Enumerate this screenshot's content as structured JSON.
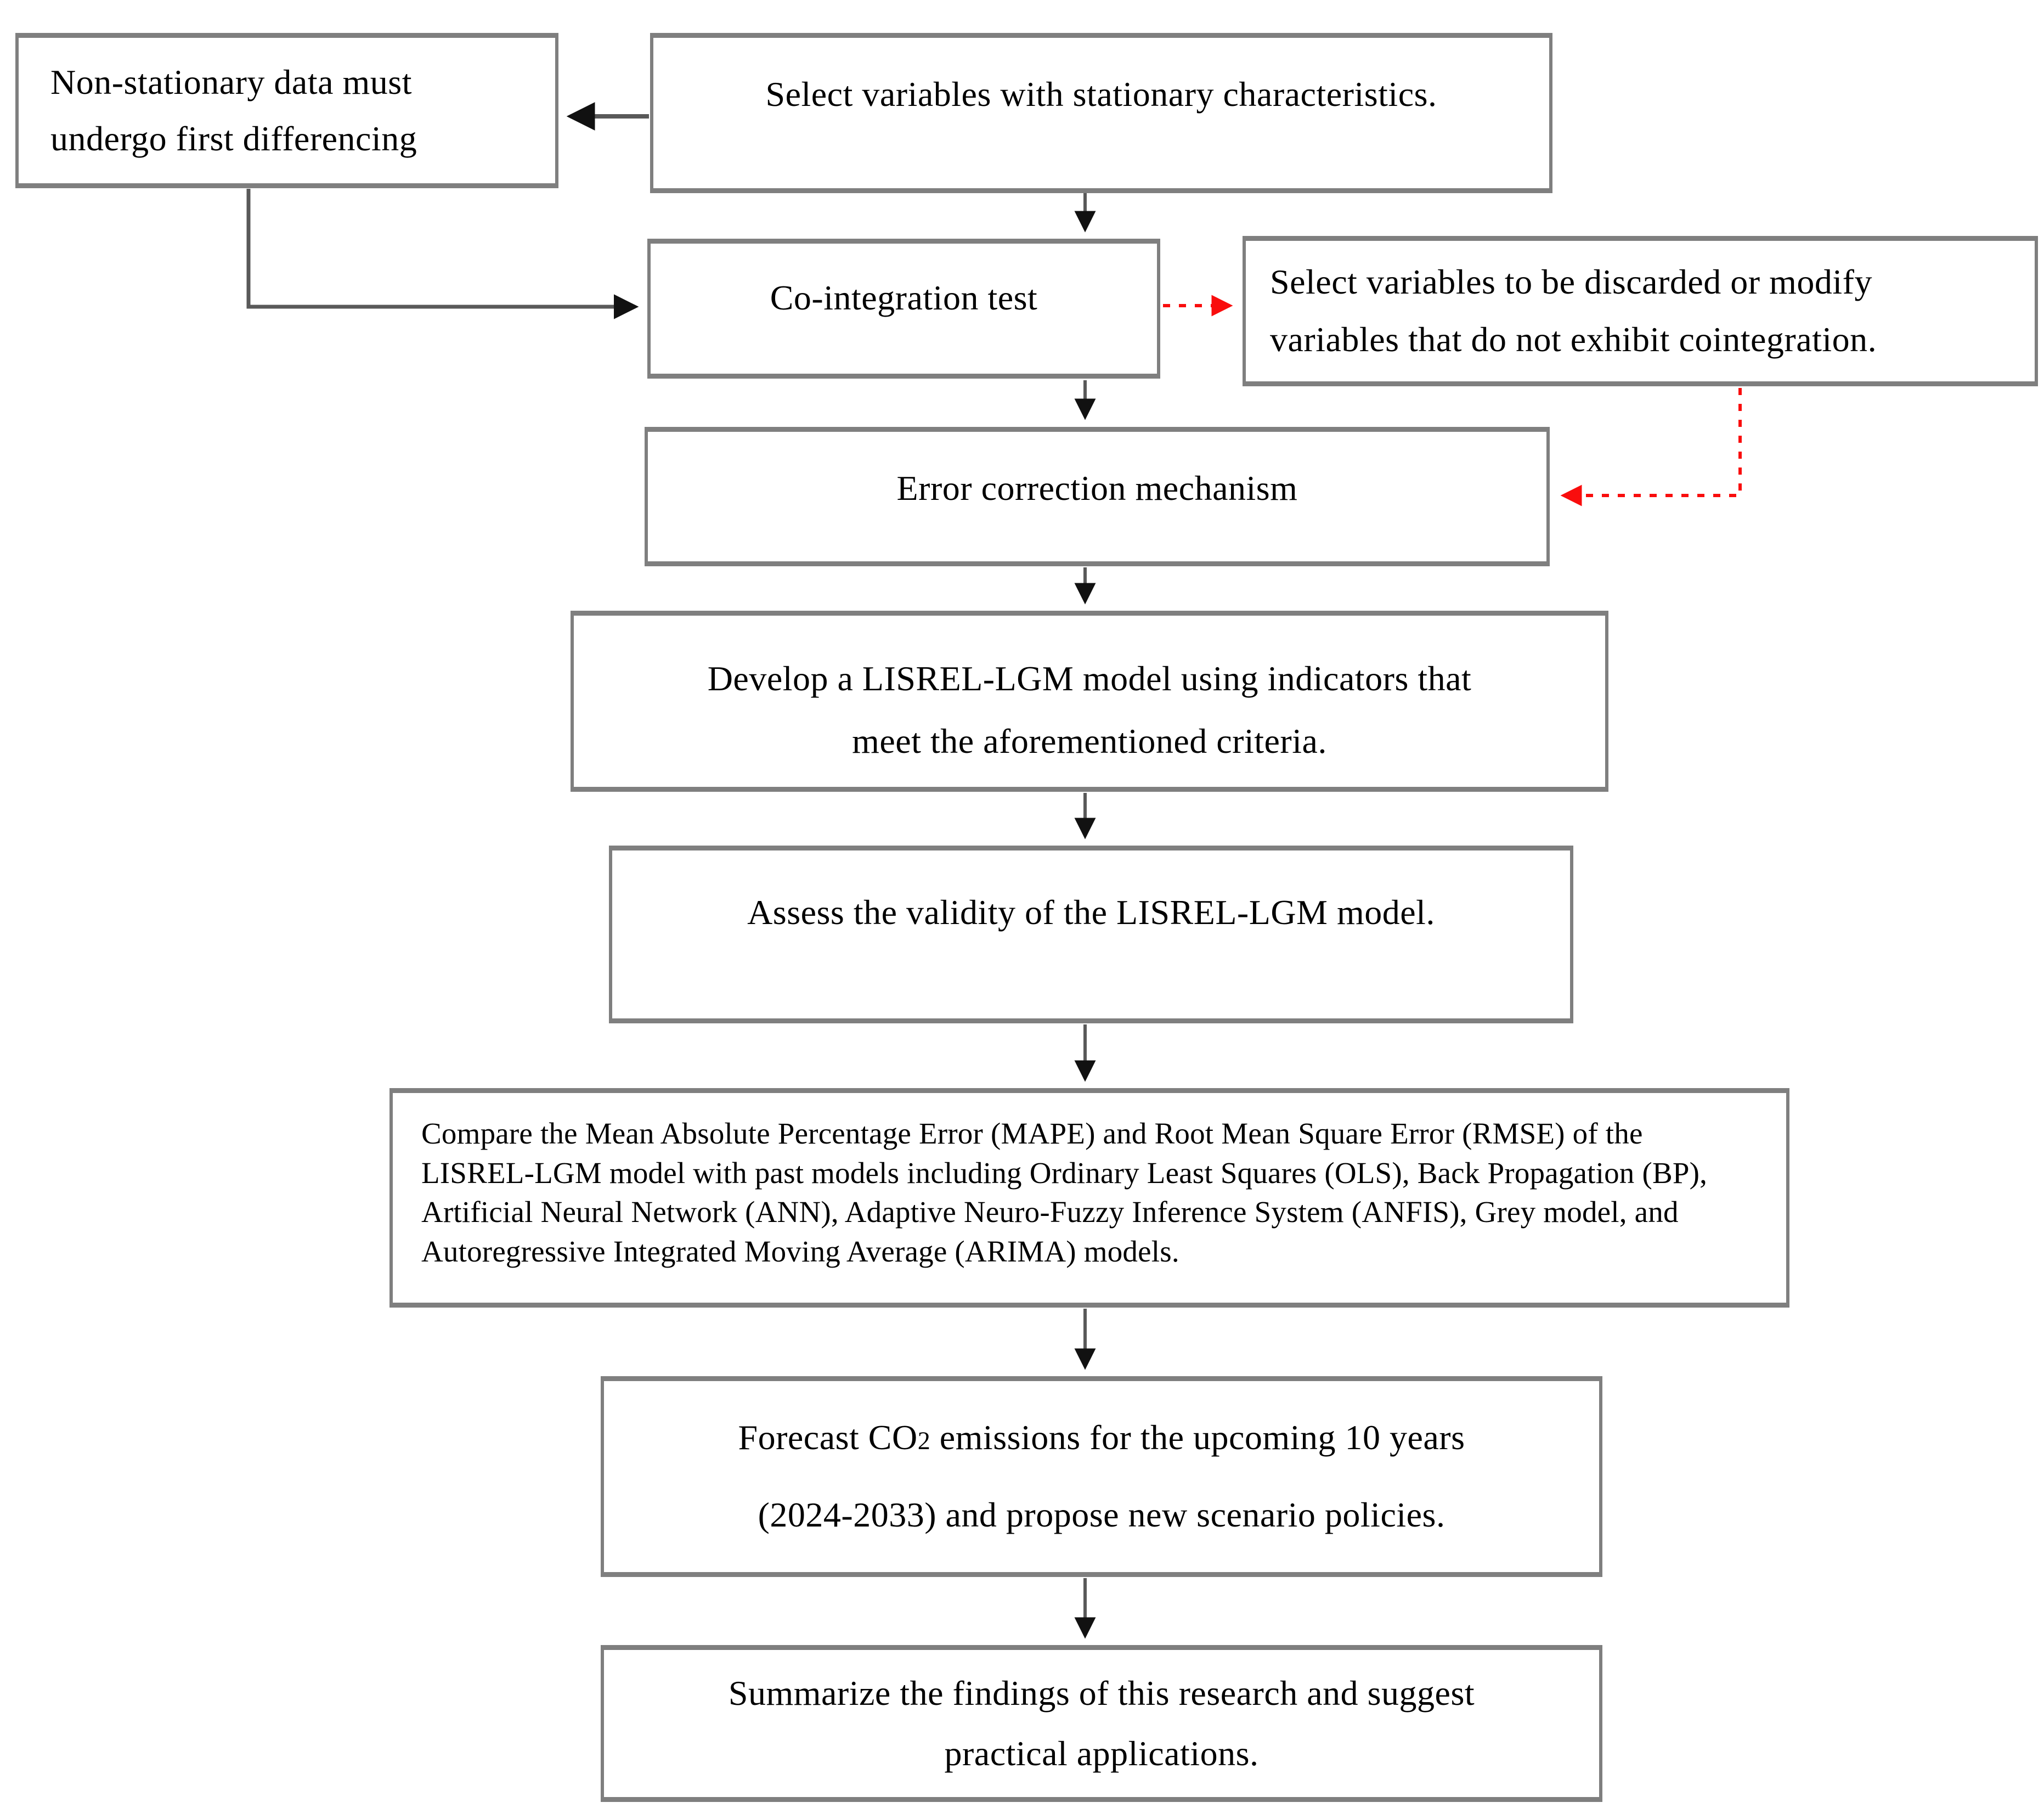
{
  "diagram": {
    "title": "Research methodology flowchart",
    "colors": {
      "background": "#ffffff",
      "box_border": "#7f7f7f",
      "text": "#000000",
      "connector_line": "#595959",
      "arrowhead": "#111111",
      "feedback_arrow": "#f90d0d"
    },
    "boxes": {
      "non_stationary": {
        "line1": "Non-stationary data must",
        "line2": "undergo first differencing"
      },
      "select_stationary": {
        "text": "Select variables with stationary characteristics."
      },
      "cointegration": {
        "text": "Co-integration test"
      },
      "discard_modify": {
        "line1": "Select variables to be discarded or modify",
        "line2": "variables that do not exhibit cointegration."
      },
      "error_correction": {
        "text": "Error correction mechanism"
      },
      "develop_model": {
        "line1": "Develop a LISREL-LGM model using indicators that",
        "line2": "meet the aforementioned criteria."
      },
      "assess_validity": {
        "text": "Assess the validity of the LISREL-LGM model."
      },
      "compare_models": {
        "text": "Compare the Mean Absolute Percentage Error (MAPE) and Root Mean Square Error (RMSE) of the LISREL-LGM model with past models including Ordinary Least Squares (OLS), Back Propagation (BP), Artificial Neural Network (ANN), Adaptive Neuro-Fuzzy Inference System (ANFIS), Grey model, and Autoregressive Integrated Moving Average (ARIMA) models."
      },
      "forecast": {
        "prefix": "Forecast CO",
        "subscript": "2",
        "suffix": " emissions for the upcoming 10 years",
        "line2": "(2024-2033) and propose new scenario policies."
      },
      "summarize": {
        "line1": "Summarize the findings of this research and suggest",
        "line2": "practical applications."
      }
    }
  }
}
